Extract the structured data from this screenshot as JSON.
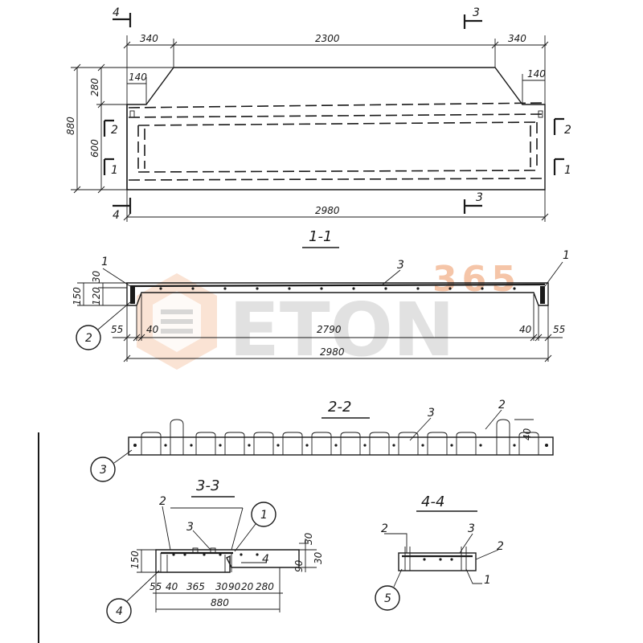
{
  "plan": {
    "dims": {
      "left_overhang": "340",
      "middle_length": "2300",
      "right_overhang": "340",
      "total_length": "2980",
      "total_width": "880",
      "upper_part": "280",
      "lower_part": "600",
      "corner_left": "140",
      "corner_right": "140"
    },
    "markers": {
      "cut_4_top": "4",
      "cut_4_bottom": "4",
      "cut_3_top": "3",
      "cut_3_bottom": "3",
      "cut_2_left": "2",
      "cut_2_right": "2",
      "cut_1_left": "1",
      "cut_1_right": "1"
    }
  },
  "section_1_1": {
    "title": "1-1",
    "dims": {
      "height_total": "150",
      "height_top": "30",
      "height_main": "120",
      "end_left": "55",
      "inset_left": "40",
      "span": "2790",
      "inset_right": "40",
      "end_right": "55",
      "total": "2980"
    },
    "callouts": {
      "left_part": "1",
      "right_part": "1",
      "top_bar": "3",
      "circle_mark": "2"
    }
  },
  "section_2_2": {
    "title": "2-2",
    "dims": {
      "loop_height": "40"
    },
    "callouts": {
      "top_bar": "3",
      "loop": "2",
      "circle_mark": "3"
    }
  },
  "section_3_3": {
    "title": "3-3",
    "dims": {
      "height": "150",
      "top_small": "30",
      "side_a": "90",
      "side_b": "30",
      "bottom_sequence": [
        "55",
        "40",
        "365",
        "30",
        "90",
        "20",
        "280"
      ],
      "total": "880"
    },
    "callouts": {
      "loop_left": "2",
      "bar_mid": "3",
      "circle_top": "1",
      "bar_side": "4",
      "circle_bottom": "4"
    }
  },
  "section_4_4": {
    "title": "4-4",
    "callouts": {
      "left_loop": "2",
      "top_bar": "3",
      "right_loop": "2",
      "bottom_bar": "1",
      "circle_mark": "5"
    }
  },
  "watermark": {
    "brand": "ETON",
    "number": "365"
  }
}
